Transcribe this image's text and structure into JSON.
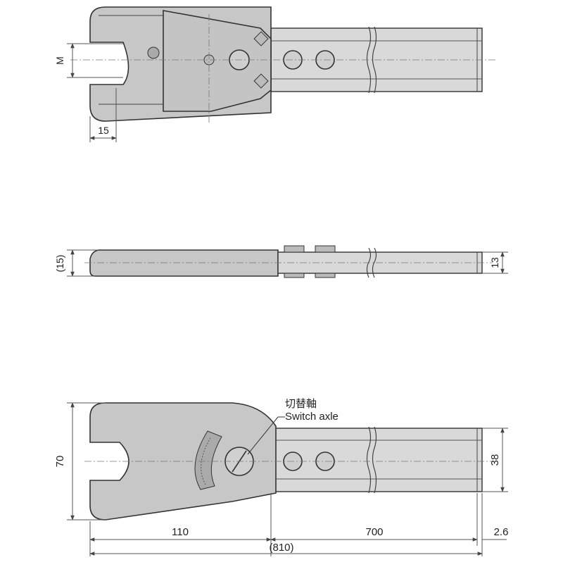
{
  "top_view": {
    "label_m": "M",
    "dim_15": "15"
  },
  "side_view": {
    "dim_15_paren": "(15)",
    "dim_13": "13"
  },
  "front_view": {
    "callout_jp": "切替軸",
    "callout_en": "Switch axle",
    "dim_70": "70",
    "dim_38": "38",
    "dim_110": "110",
    "dim_700": "700",
    "dim_2_6": "2.6",
    "dim_810": "(810)"
  }
}
